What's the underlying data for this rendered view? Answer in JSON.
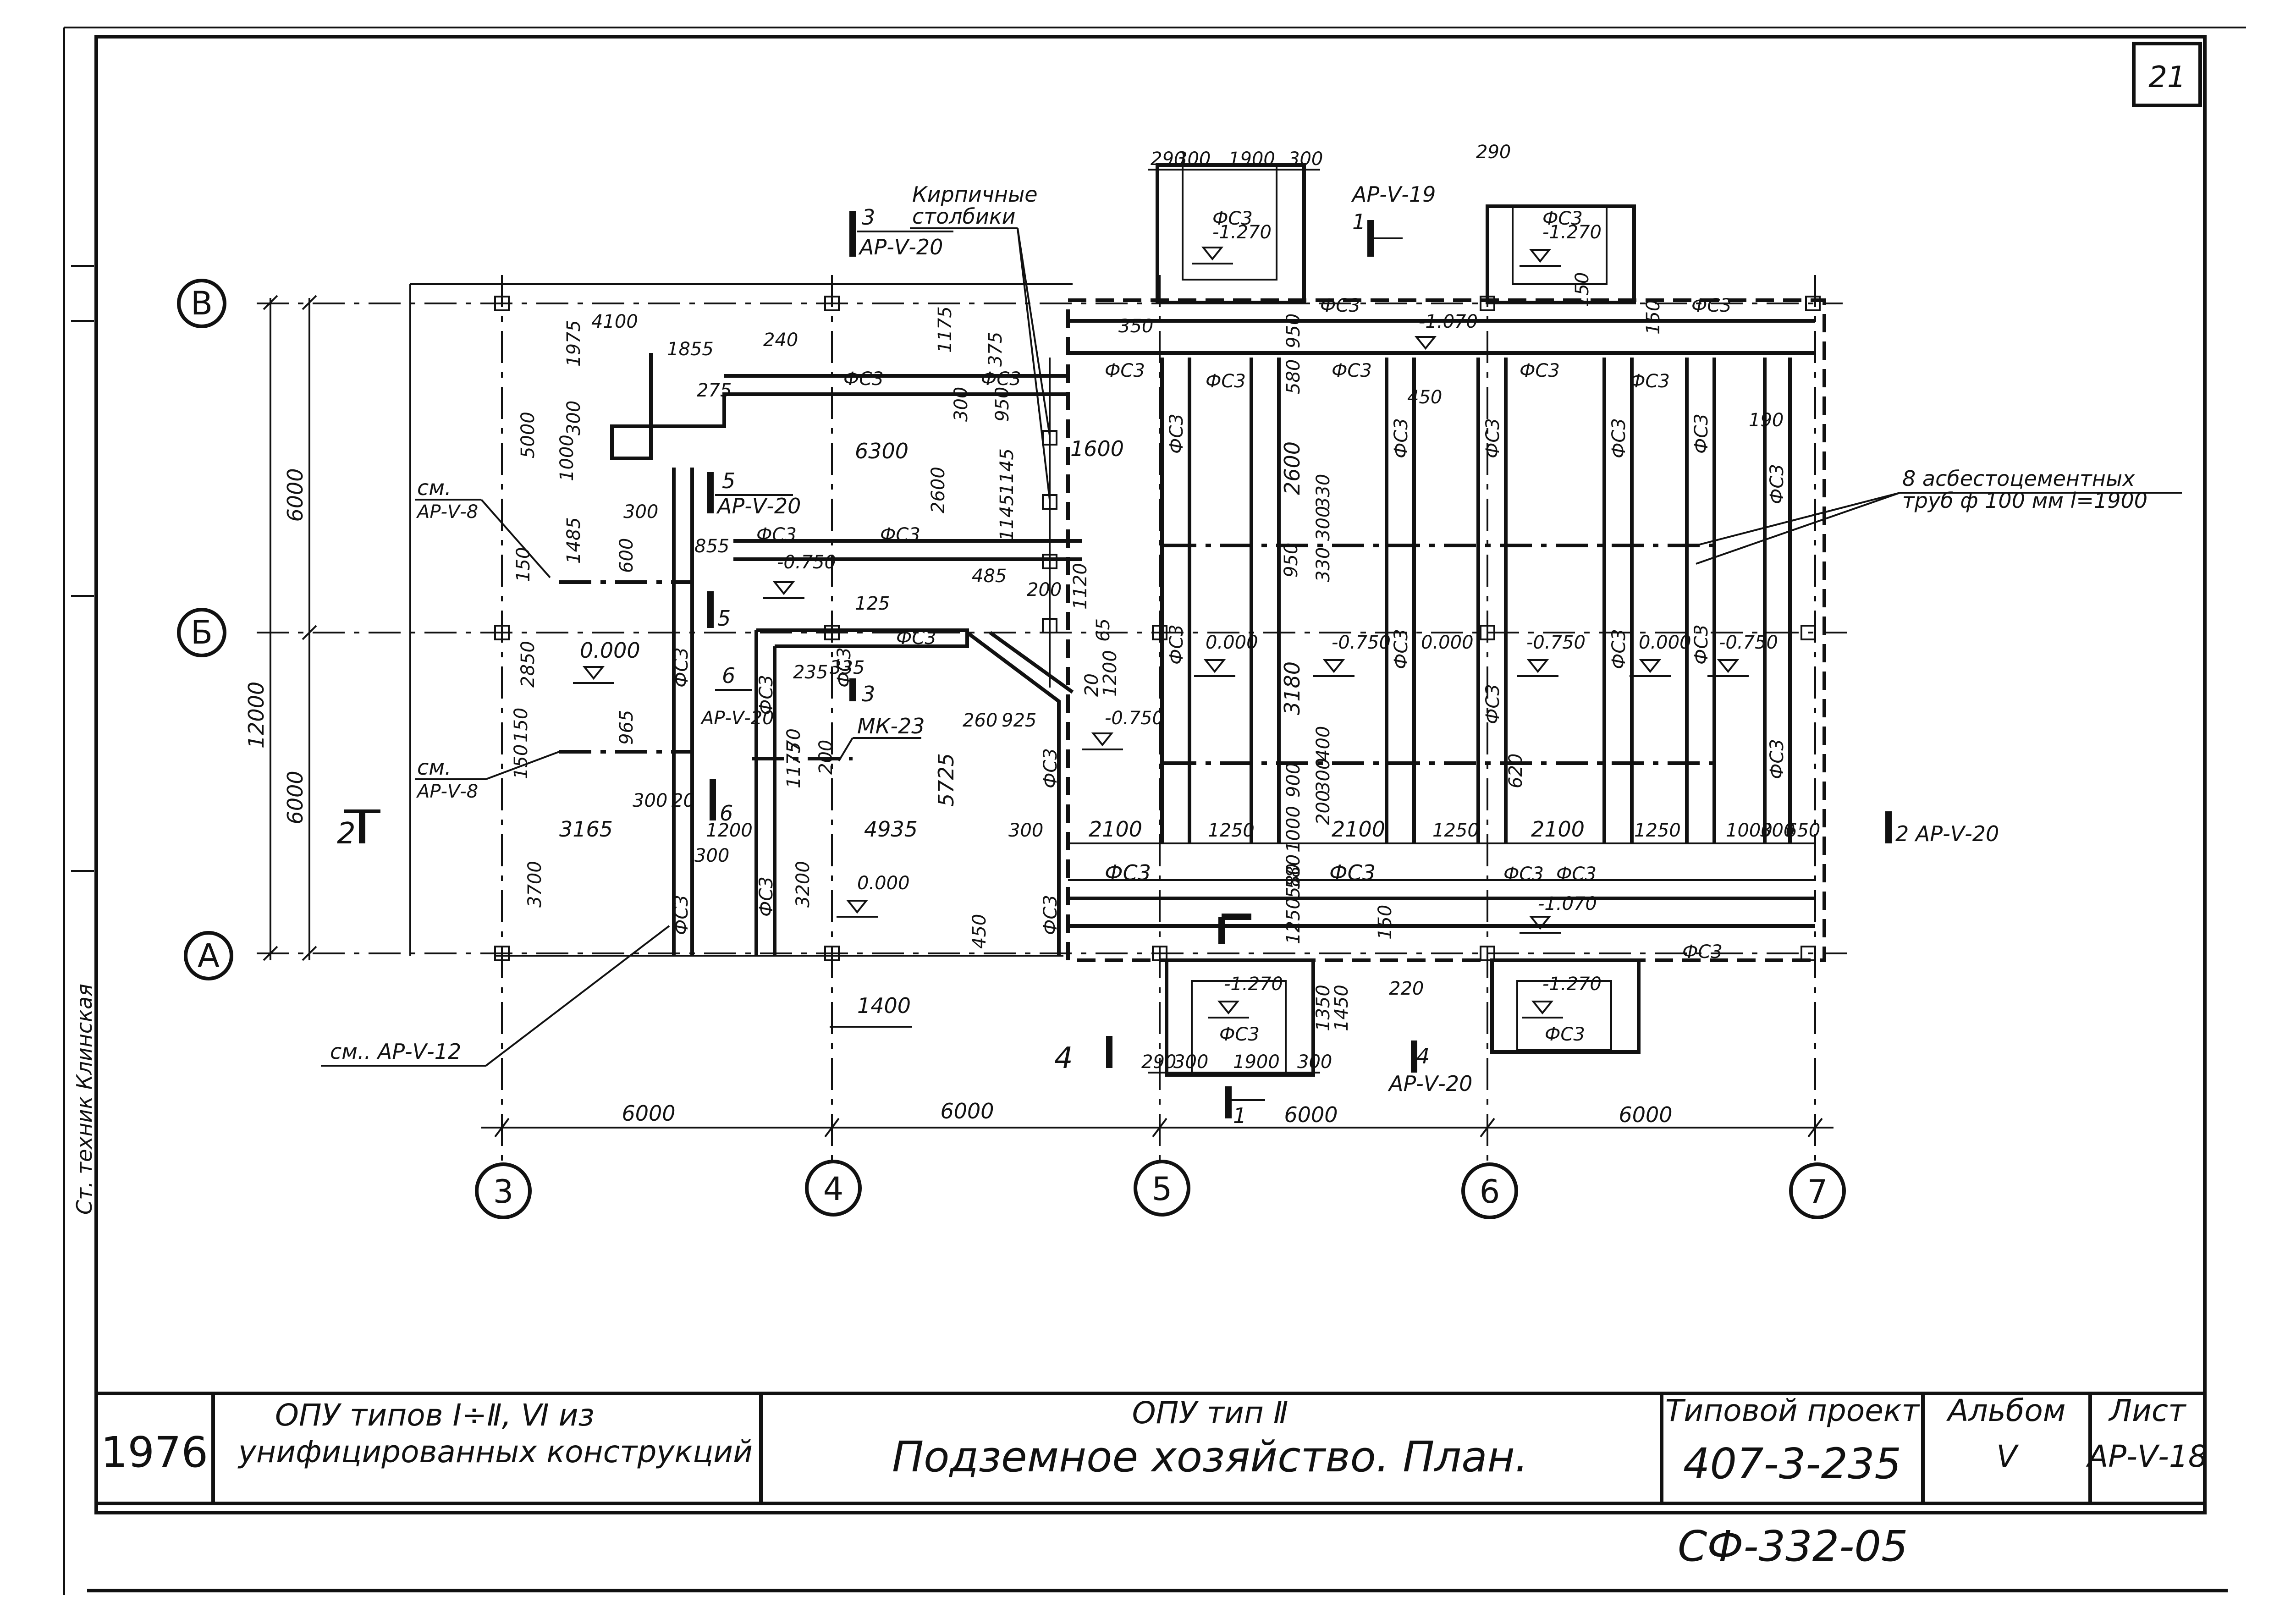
{
  "sheet": {
    "number": "21",
    "stamp_bottom": "СФ-332-05",
    "side_label": "Ст. техник Клинская"
  },
  "axes": {
    "rows": [
      {
        "id": "row-b-upper",
        "label": "В"
      },
      {
        "id": "row-b",
        "label": "Б"
      },
      {
        "id": "row-a",
        "label": "А"
      }
    ],
    "cols": [
      {
        "id": "col-3",
        "label": "3"
      },
      {
        "id": "col-4",
        "label": "4"
      },
      {
        "id": "col-5",
        "label": "5"
      },
      {
        "id": "col-6",
        "label": "6"
      },
      {
        "id": "col-7",
        "label": "7"
      }
    ]
  },
  "dims": {
    "bottom_spans": [
      "6000",
      "6000",
      "6000",
      "6000"
    ],
    "left_spans": [
      "6000",
      "6000"
    ],
    "left_total": "12000",
    "top": [
      "290",
      "300",
      "1900",
      "300",
      "290"
    ],
    "bottom_pit": [
      "290",
      "300",
      "1900",
      "300"
    ],
    "misc": [
      "4100",
      "1855",
      "240",
      "1175",
      "375",
      "1975",
      "5000",
      "1000",
      "300",
      "275",
      "6300",
      "1600",
      "2600",
      "300",
      "950",
      "1145",
      "1145",
      "485",
      "200",
      "1120",
      "125",
      "855",
      "1485",
      "300",
      "600",
      "150",
      "2850",
      "965",
      "150",
      "150",
      "300",
      "20",
      "3165",
      "3700",
      "1200",
      "300",
      "3200",
      "4935",
      "5725",
      "70",
      "1175",
      "200",
      "235",
      "335",
      "260",
      "925",
      "65",
      "20",
      "1200",
      "300",
      "2100",
      "1250",
      "2100",
      "1250",
      "2100",
      "1250",
      "1000",
      "300",
      "650",
      "950",
      "580",
      "2600",
      "950",
      "330",
      "300",
      "330",
      "3180",
      "200",
      "300",
      "400",
      "900",
      "1000",
      "580",
      "1250",
      "150",
      "620",
      "1350",
      "1450",
      "220",
      "450",
      "1400",
      "350",
      "150",
      "150",
      "190",
      "450",
      "580"
    ]
  },
  "levels": [
    "0.000",
    "-0.750",
    "-1.270",
    "-1.070",
    "0.000",
    "-0.750",
    "0.000",
    "-0.750",
    "0.000",
    "-0.750",
    "0.000",
    "-0.750",
    "-1.270",
    "-1.070",
    "-1.270",
    "-1.270"
  ],
  "marks": {
    "fs3": "ФС3",
    "mk": "МК-23"
  },
  "notes": {
    "brick_posts": [
      "Кирпичные",
      "столбики"
    ],
    "pipes": [
      "8 асбестоцементных",
      "труб ф 100 мм l=1900"
    ],
    "see_ar5_8_a": [
      "см.",
      "АР-Ⅴ-8"
    ],
    "see_ar5_8_b": [
      "см.",
      "АР-Ⅴ-8"
    ],
    "see_ar5_12": "см.. АР-Ⅴ-12"
  },
  "sections": {
    "s3_num": "3",
    "s3_ref": "АР-Ⅴ-20",
    "s1_num": "1",
    "s1_ref": "АР-Ⅴ-19",
    "s5_num": "5",
    "s5_ref": "АР-Ⅴ-20",
    "s5b_num": "5",
    "s6_num": "6",
    "s6_ref": "АР-Ⅴ-20",
    "s6b_num": "6",
    "s3b_num": "3",
    "s2_left": "2",
    "s2_right": "2 АР-Ⅴ-20",
    "s4_left": "4",
    "s4_right_num": "4",
    "s4_right_ref": "АР-Ⅴ-20",
    "s1b_num": "1"
  },
  "title_block": {
    "year": "1976",
    "series_line1": "ОПУ типов Ⅰ÷Ⅱ, Ⅵ  из",
    "series_line2": "унифицированных  конструкций",
    "object_line1": "ОПУ  тип Ⅱ",
    "object_line2": "Подземное  хозяйство. План.",
    "project_label": "Типовой проект",
    "project_value": "407-3-235",
    "album_label": "Альбом",
    "album_value": "Ⅴ",
    "sheet_label": "Лист",
    "sheet_value": "АР-Ⅴ-18"
  }
}
